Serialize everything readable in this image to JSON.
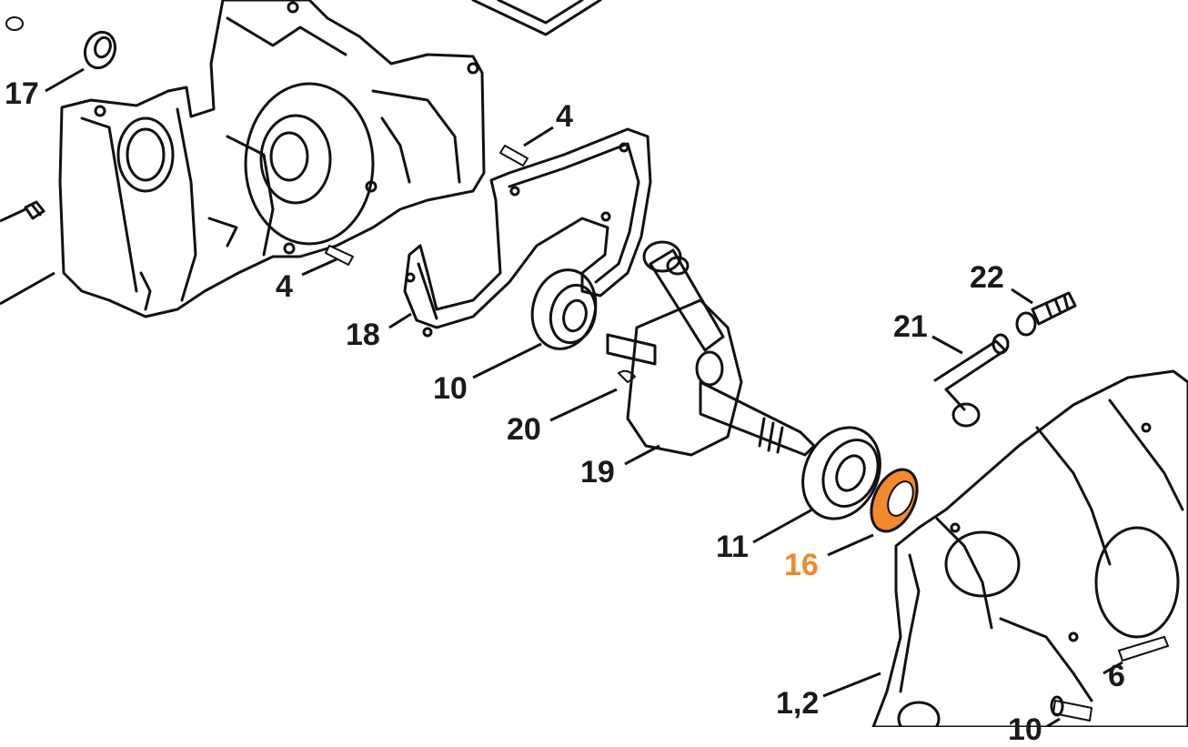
{
  "diagram": {
    "highlight_color": "#f08a2c",
    "callouts": [
      {
        "id": "17",
        "text": "17"
      },
      {
        "id": "4a",
        "text": "4"
      },
      {
        "id": "4b",
        "text": "4"
      },
      {
        "id": "18",
        "text": "18"
      },
      {
        "id": "10",
        "text": "10"
      },
      {
        "id": "20",
        "text": "20"
      },
      {
        "id": "19",
        "text": "19"
      },
      {
        "id": "11",
        "text": "11"
      },
      {
        "id": "16",
        "text": "16",
        "highlighted": true
      },
      {
        "id": "22",
        "text": "22"
      },
      {
        "id": "21",
        "text": "21"
      },
      {
        "id": "6",
        "text": "6"
      },
      {
        "id": "12",
        "text": "1,2"
      },
      {
        "id": "10b",
        "text": "10"
      }
    ],
    "parts": [
      {
        "name": "crankcase-left-icon"
      },
      {
        "name": "crankcase-right-icon"
      },
      {
        "name": "gasket-icon"
      },
      {
        "name": "crankshaft-icon"
      },
      {
        "name": "ball-bearing-icon"
      },
      {
        "name": "oil-seal-icon"
      },
      {
        "name": "dowel-pin-icon"
      },
      {
        "name": "screw-icon"
      }
    ]
  }
}
